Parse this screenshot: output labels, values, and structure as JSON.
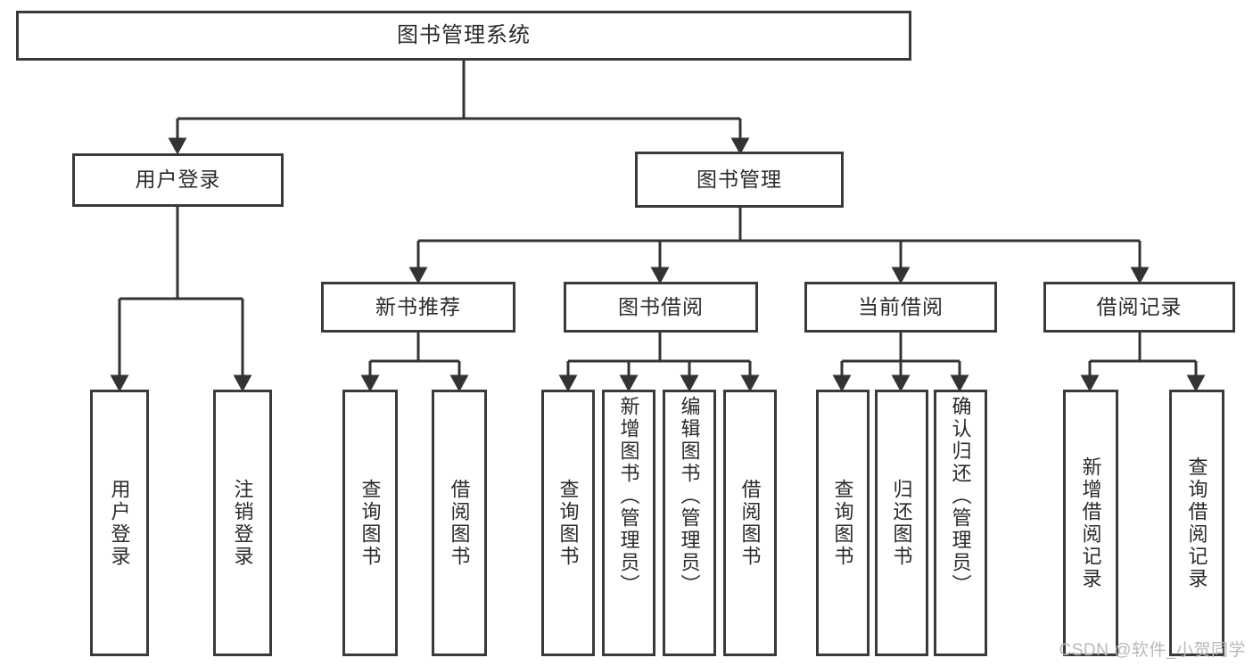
{
  "diagram": {
    "title": "图书管理系统",
    "type": "tree",
    "theme": {
      "background": "#ffffff",
      "node_border": "#3a3a3a",
      "node_fill": "#ffffff",
      "text": "#2b2b2b",
      "connector": "#333333",
      "watermark": "#b9b9b9"
    },
    "levels": {
      "root": "图书管理系统",
      "level2": [
        "用户登录",
        "图书管理"
      ],
      "level3": [
        "新书推荐",
        "图书借阅",
        "当前借阅",
        "借阅记录"
      ]
    },
    "nodes": {
      "root": {
        "label": "图书管理系统"
      },
      "user_login": {
        "label": "用户登录"
      },
      "book_manage": {
        "label": "图书管理"
      },
      "new_book_rec": {
        "label": "新书推荐"
      },
      "book_borrow": {
        "label": "图书借阅"
      },
      "current_borrow": {
        "label": "当前借阅"
      },
      "borrow_record": {
        "label": "借阅记录"
      },
      "leaf_user_login": {
        "label": "用户登录"
      },
      "leaf_user_logout": {
        "label": "注销登录"
      },
      "leaf_nb_query": {
        "label": "查询图书"
      },
      "leaf_nb_borrow": {
        "label": "借阅图书"
      },
      "leaf_bb_query": {
        "label": "查询图书"
      },
      "leaf_bb_add": {
        "label": "新增图书（管理员）"
      },
      "leaf_bb_edit": {
        "label": "编辑图书（管理员）"
      },
      "leaf_bb_borrow": {
        "label": "借阅图书"
      },
      "leaf_cb_query": {
        "label": "查询图书"
      },
      "leaf_cb_return": {
        "label": "归还图书"
      },
      "leaf_cb_confirm": {
        "label": "确认归还（管理员）"
      },
      "leaf_br_add": {
        "label": "新增借阅记录"
      },
      "leaf_br_query": {
        "label": "查询借阅记录"
      }
    },
    "edges": [
      {
        "from": "root",
        "to": "user_login"
      },
      {
        "from": "root",
        "to": "book_manage"
      },
      {
        "from": "user_login",
        "to": "leaf_user_login"
      },
      {
        "from": "user_login",
        "to": "leaf_user_logout"
      },
      {
        "from": "book_manage",
        "to": "new_book_rec"
      },
      {
        "from": "book_manage",
        "to": "book_borrow"
      },
      {
        "from": "book_manage",
        "to": "current_borrow"
      },
      {
        "from": "book_manage",
        "to": "borrow_record"
      },
      {
        "from": "new_book_rec",
        "to": "leaf_nb_query"
      },
      {
        "from": "new_book_rec",
        "to": "leaf_nb_borrow"
      },
      {
        "from": "book_borrow",
        "to": "leaf_bb_query"
      },
      {
        "from": "book_borrow",
        "to": "leaf_bb_add"
      },
      {
        "from": "book_borrow",
        "to": "leaf_bb_edit"
      },
      {
        "from": "book_borrow",
        "to": "leaf_bb_borrow"
      },
      {
        "from": "current_borrow",
        "to": "leaf_cb_query"
      },
      {
        "from": "current_borrow",
        "to": "leaf_cb_return"
      },
      {
        "from": "current_borrow",
        "to": "leaf_cb_confirm"
      },
      {
        "from": "borrow_record",
        "to": "leaf_br_add"
      },
      {
        "from": "borrow_record",
        "to": "leaf_br_query"
      }
    ]
  },
  "watermark": {
    "text": "CSDN @软件_小贺同学"
  }
}
